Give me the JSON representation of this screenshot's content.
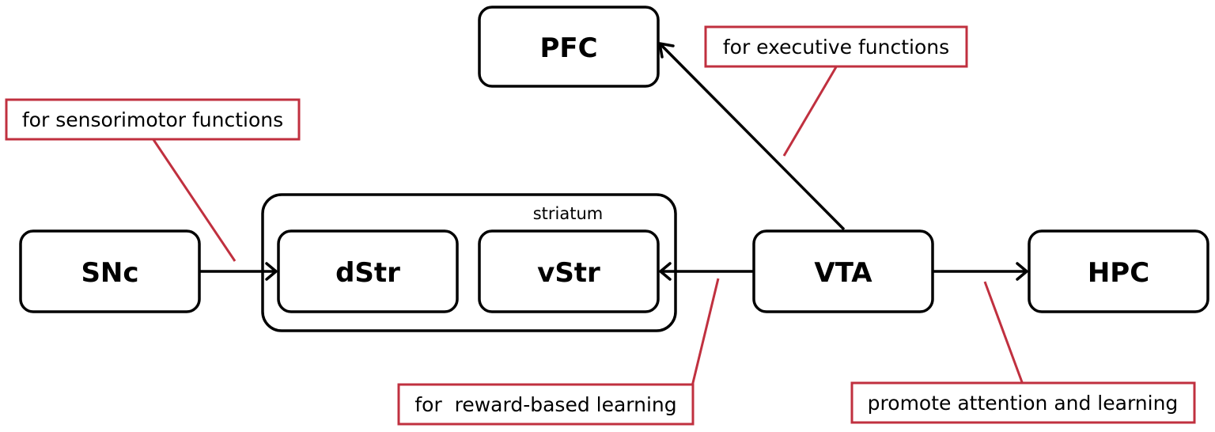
{
  "nodes": {
    "pfc": "PFC",
    "snc": "SNc",
    "dstr": "dStr",
    "vstr": "vStr",
    "vta": "VTA",
    "hpc": "HPC"
  },
  "group": {
    "striatum": "striatum"
  },
  "annotations": {
    "executive": "for executive functions",
    "sensorimotor": "for sensorimotor functions",
    "reward": "for  reward-based learning",
    "attention": "promote attention and learning"
  },
  "colors": {
    "node_stroke": "#000000",
    "annotation_stroke": "#c0303f"
  }
}
